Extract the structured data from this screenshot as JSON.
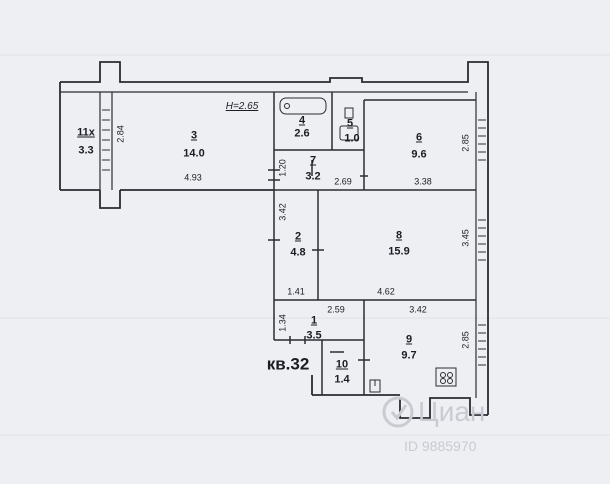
{
  "plan": {
    "height_label": "H=2.65",
    "apartment_label": "кв.32",
    "rooms": [
      {
        "number": "11x",
        "area": "3.3"
      },
      {
        "number": "3",
        "area": "14.0"
      },
      {
        "number": "4",
        "area": "2.6"
      },
      {
        "number": "5",
        "area": "1.0"
      },
      {
        "number": "6",
        "area": "9.6"
      },
      {
        "number": "7",
        "area": "3.2"
      },
      {
        "number": "2",
        "area": "4.8"
      },
      {
        "number": "8",
        "area": "15.9"
      },
      {
        "number": "1",
        "area": "3.5"
      },
      {
        "number": "9",
        "area": "9.7"
      },
      {
        "number": "10",
        "area": "1.4"
      }
    ],
    "dimensions": {
      "balcony_height": "2.84",
      "room3_width": "4.93",
      "room6_height": "2.85",
      "room6_width": "3.38",
      "room7_height": "1.20",
      "room7_width": "2.69",
      "room2_height": "3.42",
      "room2_width": "1.41",
      "room8_height": "3.45",
      "room8_width": "4.62",
      "room1_width": "2.59",
      "room1_height": "1.34",
      "room9_width": "3.42",
      "room9_height": "2.85"
    }
  },
  "watermark": {
    "brand": "Циан",
    "id": "ID 9885970"
  }
}
